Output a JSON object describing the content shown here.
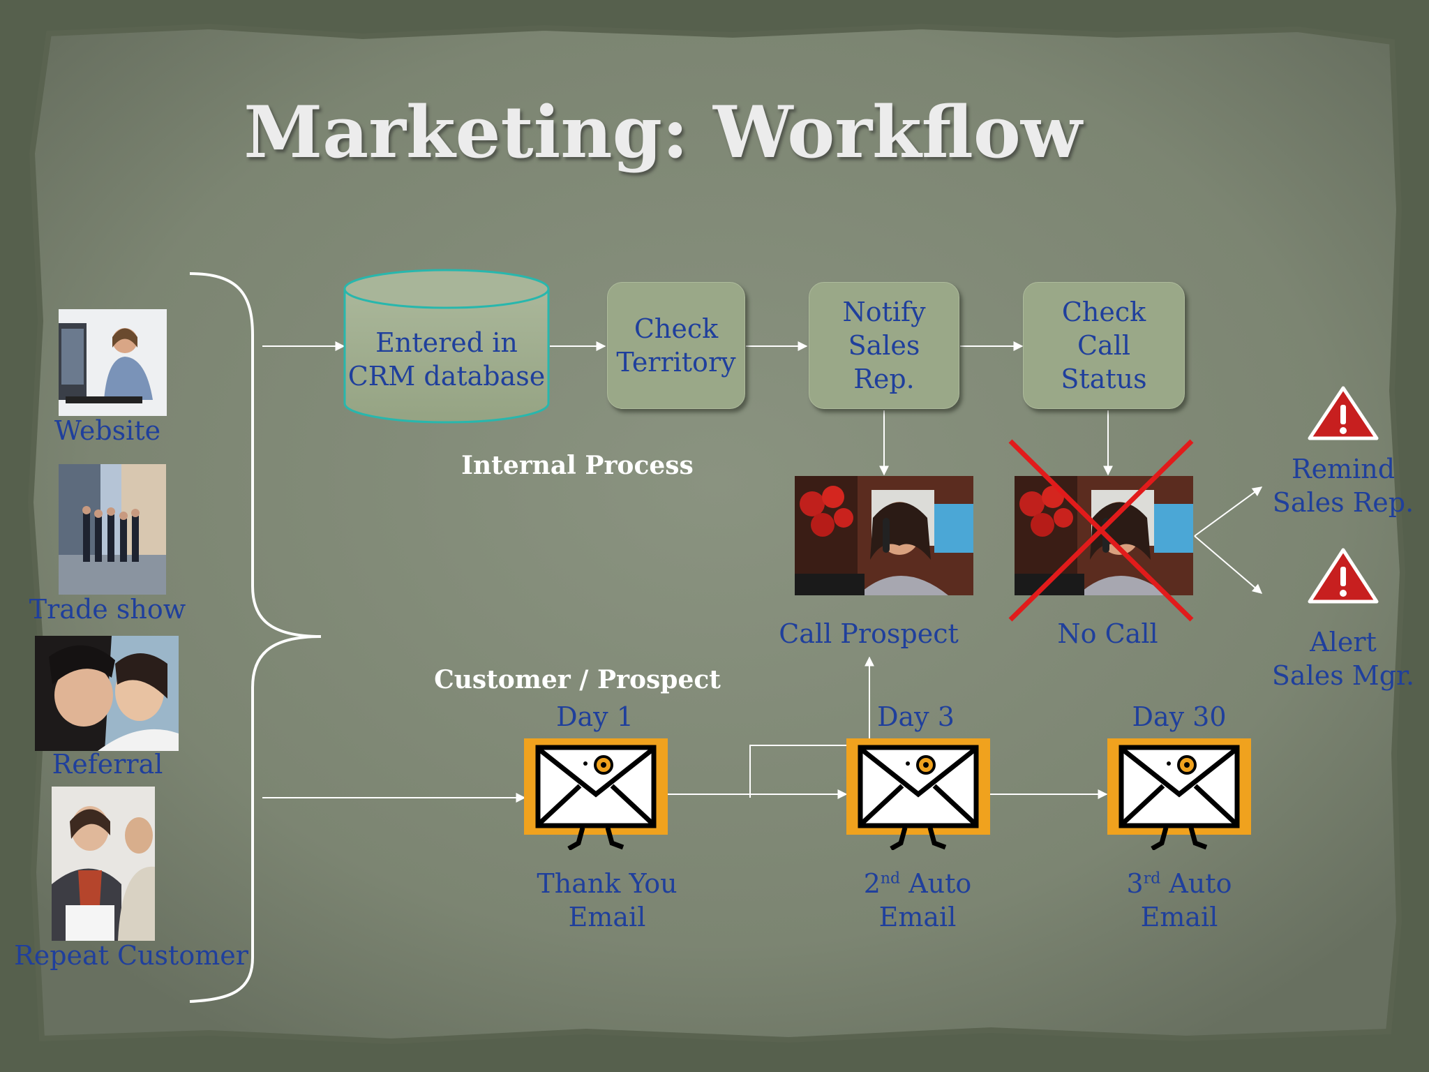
{
  "title": "Marketing: Workflow",
  "sources": [
    {
      "label": "Website"
    },
    {
      "label": "Trade show"
    },
    {
      "label": "Referral"
    },
    {
      "label": "Repeat Customer"
    }
  ],
  "process": {
    "database": "Entered in CRM database",
    "db_line1": "Entered in",
    "db_line2": "CRM database",
    "check_territory": [
      "Check",
      "Territory"
    ],
    "notify": [
      "Notify",
      "Sales",
      "Rep."
    ],
    "check_call": [
      "Check",
      "Call",
      "Status"
    ]
  },
  "section_labels": {
    "internal": "Internal Process",
    "customer": "Customer / Prospect"
  },
  "calls": {
    "call_prospect": "Call Prospect",
    "no_call": "No Call"
  },
  "alerts": {
    "remind": [
      "Remind",
      "Sales Rep."
    ],
    "alert": [
      "Alert",
      "Sales Mgr."
    ]
  },
  "emails": [
    {
      "day": "Day 1",
      "line1": "Thank You",
      "line2": "Email"
    },
    {
      "day": "Day 3",
      "ord_num": "2",
      "ord_sup": "nd",
      "line1_rest": " Auto",
      "line2": "Email"
    },
    {
      "day": "Day 30",
      "ord_num": "3",
      "ord_sup": "rd",
      "line1_rest": " Auto",
      "line2": "Email"
    }
  ],
  "colors": {
    "text_blue": "#1f3f9c",
    "box_fill": "#9aa888",
    "slide_bg": "#7f8875",
    "envelope_orange": "#f0a21e",
    "cross_red": "#e11b1b"
  }
}
